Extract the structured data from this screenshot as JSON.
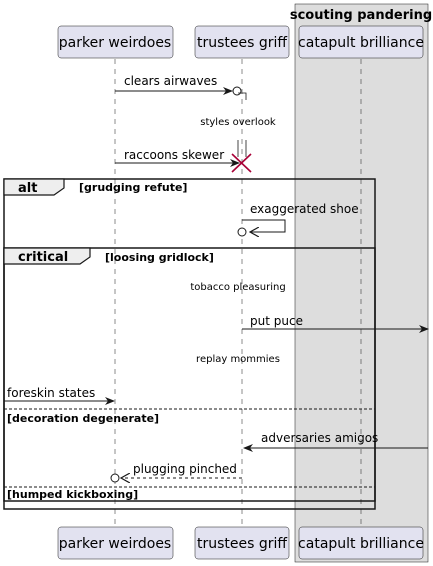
{
  "box": {
    "title": "scouting pandering"
  },
  "participants": [
    {
      "id": "parker",
      "label": "parker weirdoes"
    },
    {
      "id": "trustees",
      "label": "trustees griff"
    },
    {
      "id": "catapult",
      "label": "catapult brilliance"
    }
  ],
  "messages": {
    "m1": "clears airwaves",
    "d1": "styles overlook",
    "m2": "raccoons skewer",
    "m3": "exaggerated shoe",
    "d2": "tobacco pleasuring",
    "m4": "put puce",
    "d3": "replay mommies",
    "m5": "foreskin states",
    "m6": "adversaries amigos",
    "m7": "plugging pinched"
  },
  "fragments": {
    "alt": {
      "keyword": "alt",
      "guard": "[grudging refute]"
    },
    "critical": {
      "keyword": "critical",
      "guard": "[loosing gridlock]",
      "else1": "[decoration degenerate]",
      "else2": "[humped kickboxing]"
    }
  },
  "colors": {
    "participant_fill": "#E2E2F0",
    "participant_border": "#181818",
    "box_fill": "#DDDDDD",
    "fragment_header": "#EEEEEE",
    "destroy": "#A80036",
    "line": "#181818"
  }
}
